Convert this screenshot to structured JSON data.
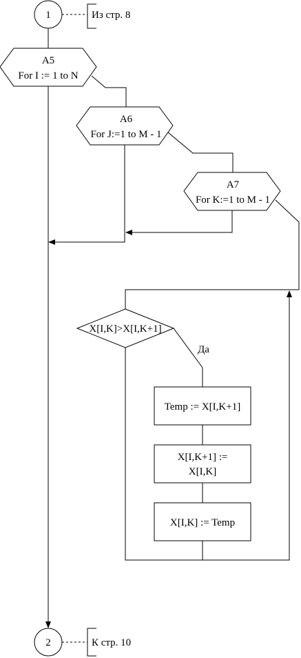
{
  "connectors": {
    "top": {
      "label": "1",
      "comment": "Из стр. 8"
    },
    "bottom": {
      "label": "2",
      "comment": "К стр. 10"
    }
  },
  "loops": {
    "a5": {
      "id": "A5",
      "text": "For I := 1 to N"
    },
    "a6": {
      "id": "A6",
      "text": "For J:=1 to M - 1"
    },
    "a7": {
      "id": "A7",
      "text": "For K:=1 to M - 1"
    }
  },
  "decision": {
    "text": "X[I,K]>X[I,K+1]",
    "yes_label": "Да"
  },
  "process": [
    {
      "lines": [
        "Temp := X[I,K+1]"
      ]
    },
    {
      "lines": [
        "X[I,K+1] :=",
        "X[I,K]"
      ]
    },
    {
      "lines": [
        "X[I,K] := Temp"
      ]
    }
  ]
}
